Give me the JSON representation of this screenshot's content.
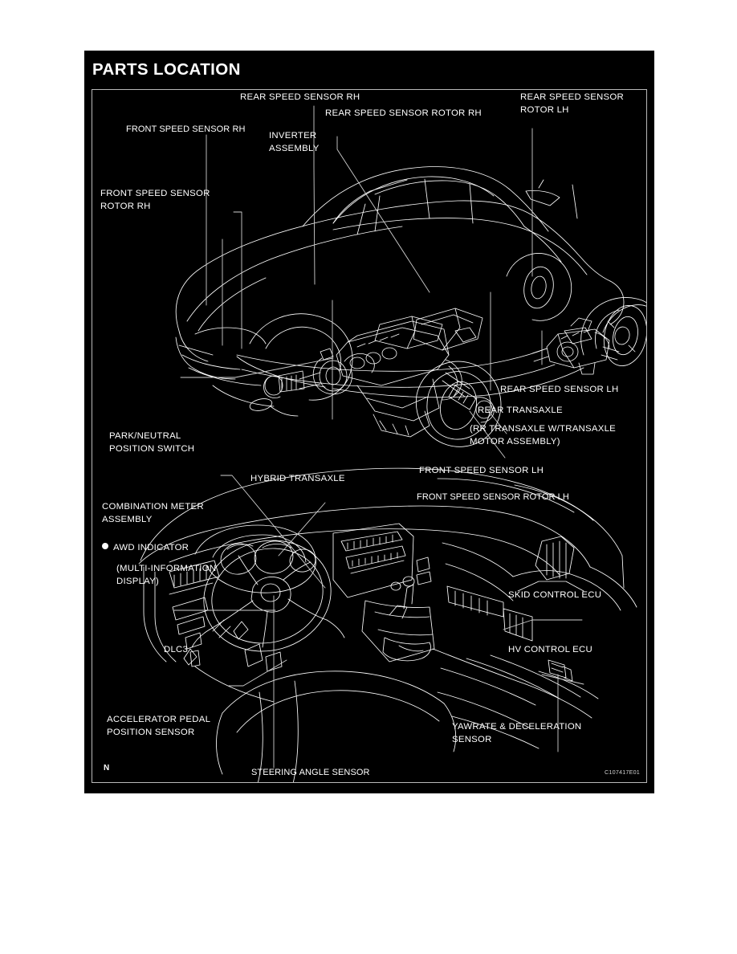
{
  "page": {
    "background_color": "#ffffff",
    "panel_color": "#000000",
    "text_color": "#ffffff",
    "title": "PARTS LOCATION"
  },
  "figure": {
    "border_color": "#b9b9b9",
    "corner_mark": "N",
    "figure_id": "C107417E01"
  },
  "vehicle_diagram": {
    "caption": "Cutaway view of hybrid SUV showing powertrain and speed sensor locations",
    "labels": [
      {
        "id": "rear-speed-sensor-rh",
        "text": "REAR SPEED SENSOR RH"
      },
      {
        "id": "front-speed-sensor-rh",
        "text": "FRONT SPEED SENSOR RH"
      },
      {
        "id": "rear-speed-sensor-rotor-rh",
        "text": "REAR SPEED SENSOR ROTOR RH"
      },
      {
        "id": "rear-speed-sensor-rotor-lh",
        "text": "REAR SPEED SENSOR\nROTOR LH"
      },
      {
        "id": "inverter-assembly",
        "text": "INVERTER\nASSEMBLY"
      },
      {
        "id": "front-speed-sensor-rotor-rh",
        "text": "FRONT SPEED SENSOR\nROTOR RH"
      },
      {
        "id": "rear-speed-sensor-lh",
        "text": "REAR SPEED SENSOR LH"
      },
      {
        "id": "rear-transaxle",
        "text": "REAR TRANSAXLE"
      },
      {
        "id": "rear-transaxle-note",
        "text": "(RR TRANSAXLE W/TRANSAXLE\nMOTOR ASSEMBLY)"
      },
      {
        "id": "park-neutral-position-switch",
        "text": "PARK/NEUTRAL\nPOSITION SWITCH"
      },
      {
        "id": "hybrid-transaxle",
        "text": "HYBRID TRANSAXLE"
      },
      {
        "id": "front-speed-sensor-lh",
        "text": "FRONT SPEED SENSOR LH"
      },
      {
        "id": "front-speed-sensor-rotor-lh",
        "text": "FRONT SPEED SENSOR ROTOR LH"
      }
    ]
  },
  "interior_diagram": {
    "caption": "Interior dashboard view showing control units and sensor locations",
    "labels": [
      {
        "id": "combination-meter-assembly",
        "text": "COMBINATION METER\nASSEMBLY"
      },
      {
        "id": "awd-indicator",
        "text": "AWD INDICATOR",
        "bullet": true
      },
      {
        "id": "multi-information-display",
        "text": "(MULTI-INFORMATION\nDISPLAY)"
      },
      {
        "id": "dlc3",
        "text": "DLC3"
      },
      {
        "id": "accelerator-pedal-position-sensor",
        "text": "ACCELERATOR PEDAL\nPOSITION SENSOR"
      },
      {
        "id": "steering-angle-sensor",
        "text": "STEERING ANGLE SENSOR"
      },
      {
        "id": "skid-control-ecu",
        "text": "SKID CONTROL ECU"
      },
      {
        "id": "hv-control-ecu",
        "text": "HV CONTROL ECU"
      },
      {
        "id": "yawrate-deceleration-sensor",
        "text": "YAWRATE & DECELERATION\nSENSOR"
      }
    ]
  }
}
